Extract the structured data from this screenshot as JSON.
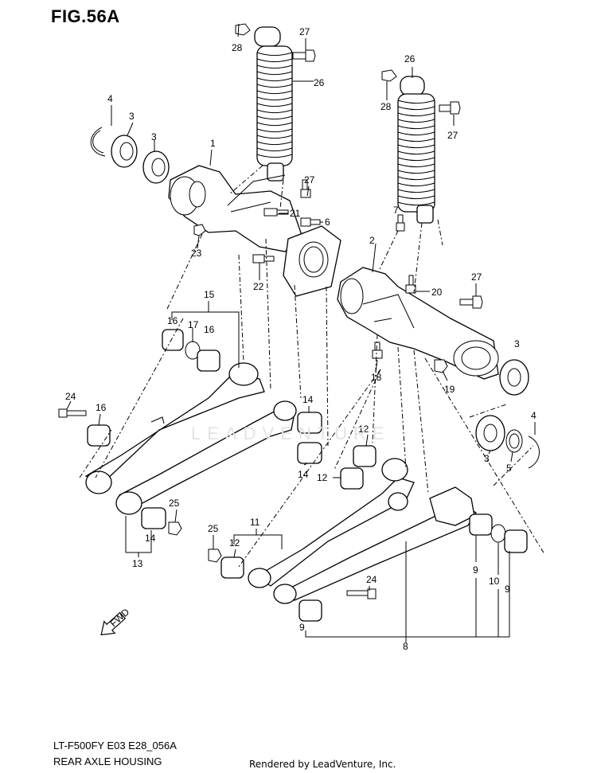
{
  "figure": {
    "title": "FIG.56A"
  },
  "footer": {
    "code": "LT-F500FY E03 E28_056A",
    "name": "REAR AXLE HOUSING",
    "credit": "Rendered by LeadVenture, Inc."
  },
  "watermark": "LEADVENTURE",
  "fwd_label": "FWD",
  "callouts": [
    {
      "n": "28"
    },
    {
      "n": "27"
    },
    {
      "n": "26"
    },
    {
      "n": "26"
    },
    {
      "n": "28"
    },
    {
      "n": "27"
    },
    {
      "n": "4"
    },
    {
      "n": "3"
    },
    {
      "n": "3"
    },
    {
      "n": "1"
    },
    {
      "n": "27"
    },
    {
      "n": "21"
    },
    {
      "n": "6"
    },
    {
      "n": "7"
    },
    {
      "n": "23"
    },
    {
      "n": "2"
    },
    {
      "n": "22"
    },
    {
      "n": "27"
    },
    {
      "n": "20"
    },
    {
      "n": "15"
    },
    {
      "n": "16"
    },
    {
      "n": "17"
    },
    {
      "n": "16"
    },
    {
      "n": "3"
    },
    {
      "n": "18"
    },
    {
      "n": "19"
    },
    {
      "n": "24"
    },
    {
      "n": "16"
    },
    {
      "n": "14"
    },
    {
      "n": "12"
    },
    {
      "n": "4"
    },
    {
      "n": "3"
    },
    {
      "n": "5"
    },
    {
      "n": "14"
    },
    {
      "n": "12"
    },
    {
      "n": "25"
    },
    {
      "n": "11"
    },
    {
      "n": "25"
    },
    {
      "n": "12"
    },
    {
      "n": "14"
    },
    {
      "n": "13"
    },
    {
      "n": "9"
    },
    {
      "n": "10"
    },
    {
      "n": "9"
    },
    {
      "n": "24"
    },
    {
      "n": "9"
    },
    {
      "n": "8"
    }
  ]
}
